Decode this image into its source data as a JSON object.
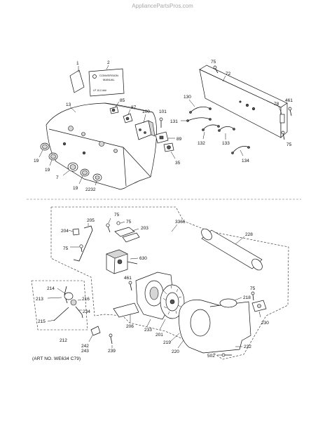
{
  "watermark": "AppliancePartsPros.com",
  "art_number": "(ART NO. WE634 C79)",
  "labels": {
    "l1": "1",
    "l2": "2",
    "l13": "13",
    "l85": "85",
    "l87": "87",
    "l100": "100",
    "l101": "101",
    "l89": "89",
    "l35": "35",
    "l19a": "19",
    "l19b": "19",
    "l7": "7",
    "l19c": "19",
    "l2232": "2232",
    "l75a": "75",
    "l72": "72",
    "l130": "130",
    "l131": "131",
    "l461a": "461",
    "l78": "78",
    "l75b": "75",
    "l132": "132",
    "l133": "133",
    "l134": "134",
    "l75c": "75",
    "l3366": "3366",
    "l228": "228",
    "l205": "205",
    "l204": "204",
    "l203": "203",
    "l75d": "75",
    "l75e": "75",
    "l630": "630",
    "l461b": "461",
    "l213": "213",
    "l214": "214",
    "l216": "216",
    "l234": "234",
    "l215": "215",
    "l212": "212",
    "l206": "206",
    "l233": "233",
    "l201": "201",
    "l242": "242",
    "l243": "243",
    "l239": "239",
    "l75f": "75",
    "l218": "218",
    "l230": "230",
    "l219": "219",
    "l220": "220",
    "l232": "232",
    "l502": "502"
  },
  "manual_text": {
    "title_line1": "CONVERSION",
    "title_line2": "MANUAL",
    "footer": "LP 10,0 ###"
  }
}
